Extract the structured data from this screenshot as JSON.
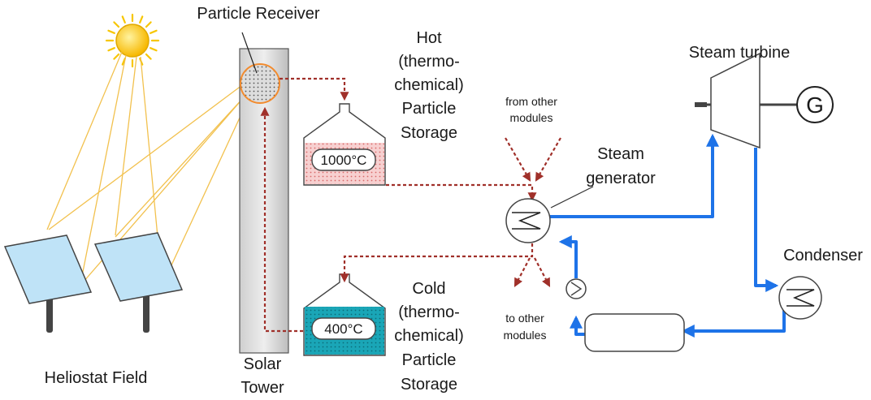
{
  "labels": {
    "particle_receiver": "Particle Receiver",
    "hot_storage": [
      "Hot",
      "(thermo-",
      "chemical)",
      "Particle",
      "Storage"
    ],
    "cold_storage": [
      "Cold",
      "(thermo-",
      "chemical)",
      "Particle",
      "Storage"
    ],
    "hot_temperature": "1000°C",
    "cold_temperature": "400°C",
    "from_other_modules": [
      "from other",
      "modules"
    ],
    "to_other_modules": [
      "to other",
      "modules"
    ],
    "steam_generator": [
      "Steam",
      "generator"
    ],
    "steam_turbine": "Steam turbine",
    "generator_symbol": "G",
    "condenser": "Condenser",
    "solar_tower": [
      "Solar",
      "Tower"
    ],
    "heliostat_field": "Heliostat Field"
  },
  "colors": {
    "particle_flow": "#a0302a",
    "water_steam": "#1e73e8",
    "sun_rays": "#f2c14e",
    "sun": "#f7c600",
    "heliostat": "#bfe3f7",
    "tower": "#dddddd",
    "hot_fill": "#f7d0d0",
    "cold_fill": "#1aa6b7"
  }
}
